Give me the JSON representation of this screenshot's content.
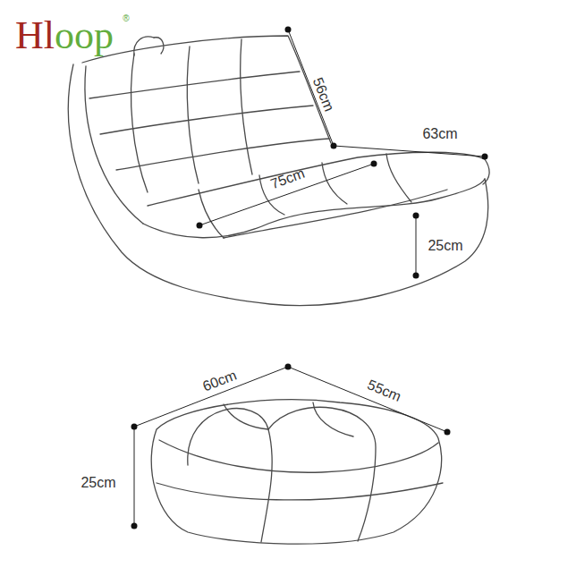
{
  "diagram": {
    "labels": [
      "Hloop",
      "®",
      "56cm",
      "63cm",
      "75cm",
      "25cm",
      "60cm",
      "55cm",
      "25cm"
    ]
  }
}
